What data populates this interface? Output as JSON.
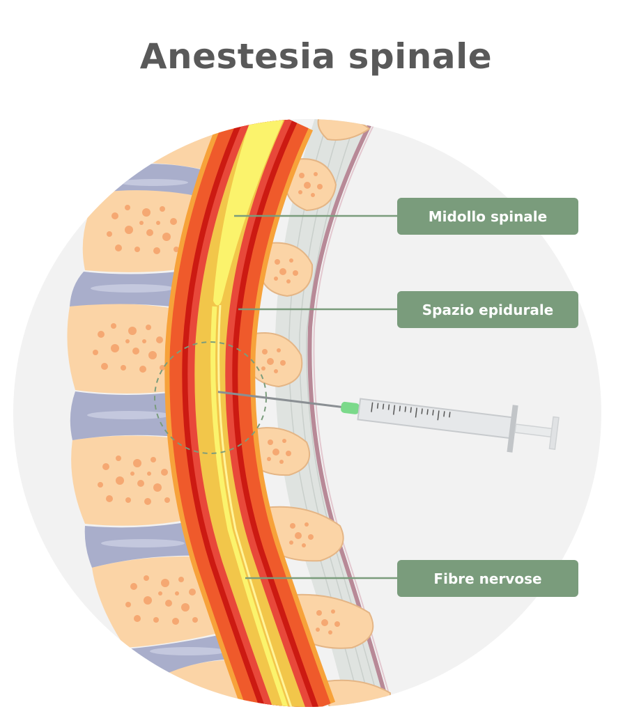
{
  "title": "Anestesia spinale",
  "labels": {
    "spinal_cord": "Midollo spinale",
    "epidural_space": "Spazio epidurale",
    "nerve_fibers": "Fibre nervose"
  },
  "colors": {
    "background_circle": "#f2f2f2",
    "vertebra": "#fbd4a6",
    "vertebra_spots": "#f5a872",
    "disc": "#a9aecb",
    "dura_outer": "#ef5a2b",
    "dura_inner": "#cc1a12",
    "cord": "#fbf36c",
    "ligament": "#dfe3e0",
    "skin": "#b88997",
    "label_bg": "#7a9c7c",
    "title": "#595959"
  }
}
